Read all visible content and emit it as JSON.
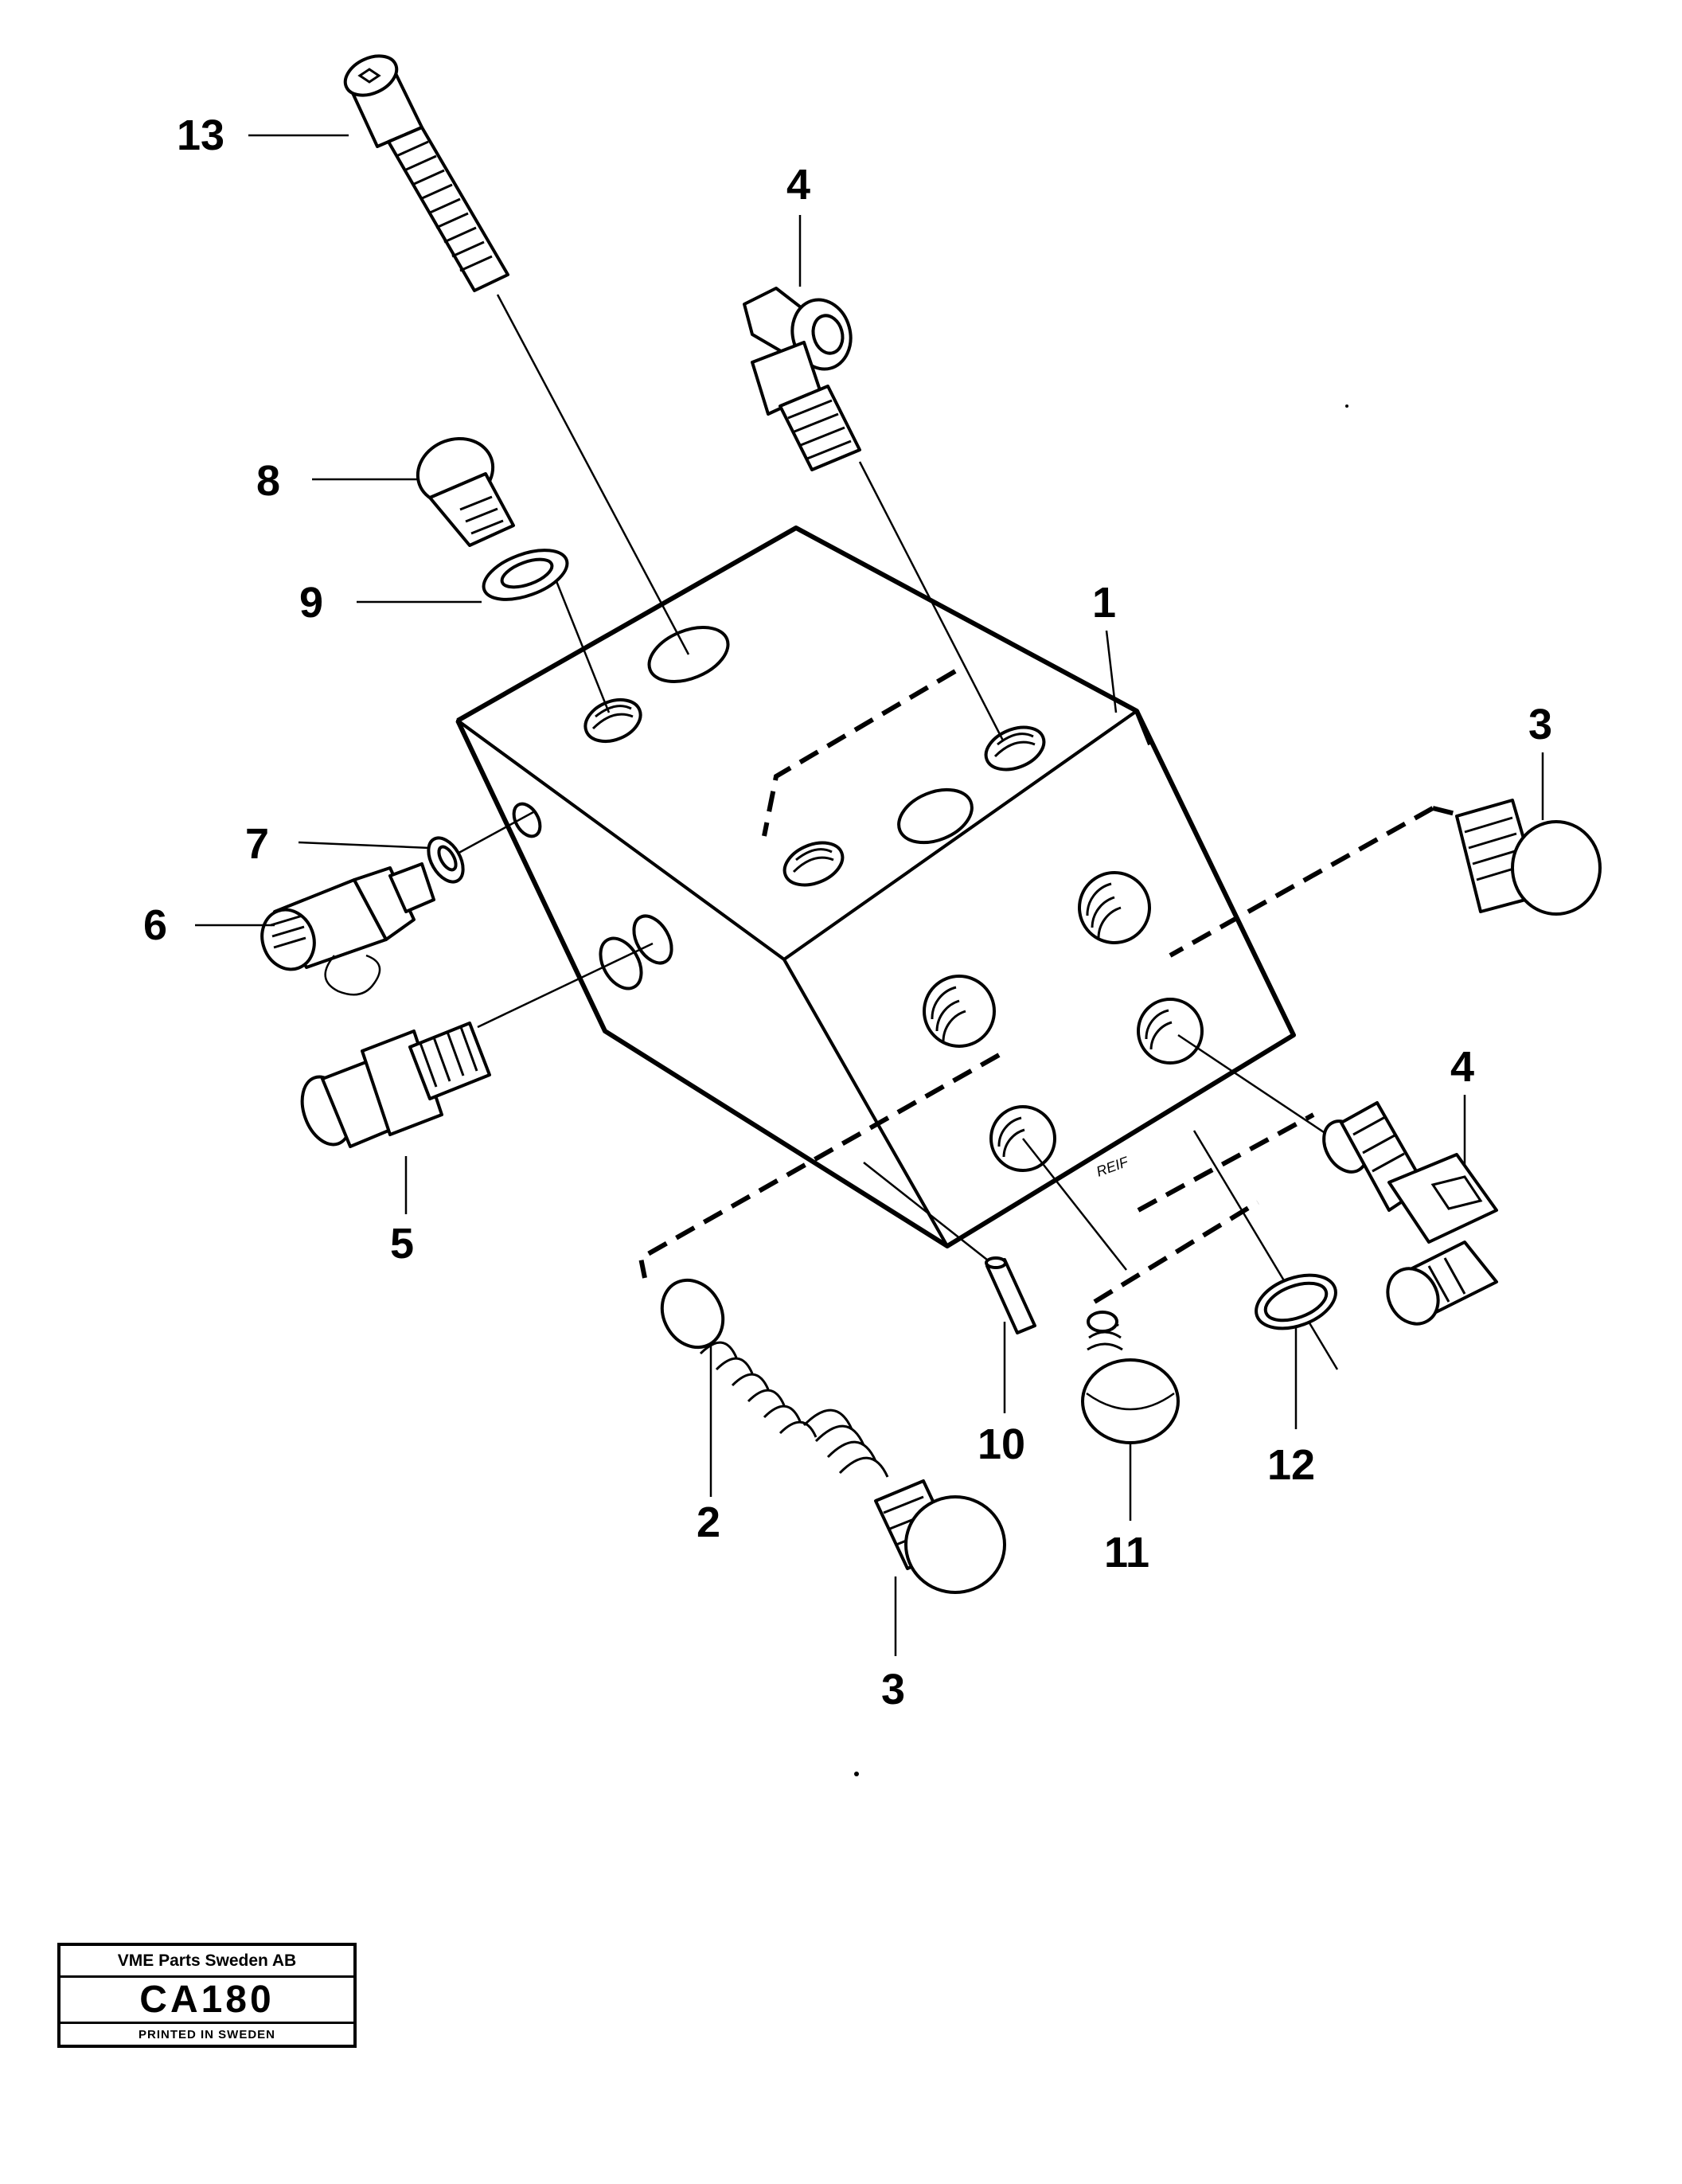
{
  "callouts": [
    {
      "id": "13",
      "label": "13"
    },
    {
      "id": "4a",
      "label": "4"
    },
    {
      "id": "8",
      "label": "8"
    },
    {
      "id": "9",
      "label": "9"
    },
    {
      "id": "1",
      "label": "1"
    },
    {
      "id": "3a",
      "label": "3"
    },
    {
      "id": "7",
      "label": "7"
    },
    {
      "id": "6",
      "label": "6"
    },
    {
      "id": "4b",
      "label": "4"
    },
    {
      "id": "5",
      "label": "5"
    },
    {
      "id": "10",
      "label": "10"
    },
    {
      "id": "2",
      "label": "2"
    },
    {
      "id": "12",
      "label": "12"
    },
    {
      "id": "11",
      "label": "11"
    },
    {
      "id": "3b",
      "label": "3"
    }
  ],
  "body_marking": "REIF",
  "title_block": {
    "company": "VME Parts Sweden AB",
    "code": "CA180",
    "printed": "PRINTED IN SWEDEN"
  }
}
